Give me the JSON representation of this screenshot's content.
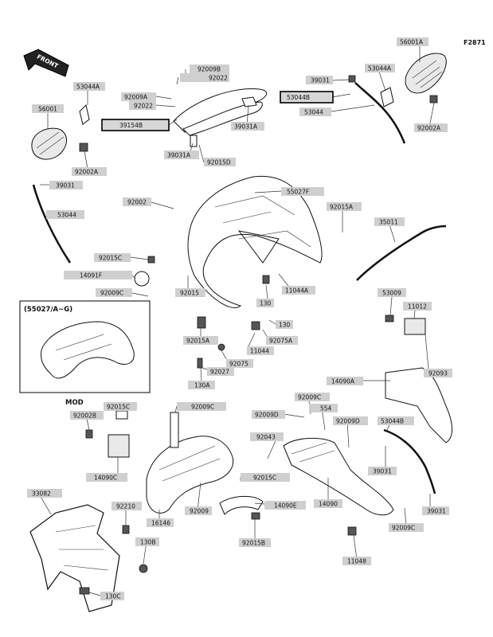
{
  "figure_id": "F2871",
  "front_label": "FRONT",
  "inset_caption": "(55027/A~G)",
  "mod_label": "MOD",
  "labels": [
    {
      "id": "56001A",
      "text": "56001A"
    },
    {
      "id": "53044A_r",
      "text": "53044A"
    },
    {
      "id": "39031_tr",
      "text": "39031"
    },
    {
      "id": "53044B",
      "text": "53044B"
    },
    {
      "id": "53044",
      "text": "53044"
    },
    {
      "id": "92002A",
      "text": "92002A"
    },
    {
      "id": "92009B",
      "text": "92009B"
    },
    {
      "id": "92022_a",
      "text": "92022"
    },
    {
      "id": "92009A",
      "text": "92009A"
    },
    {
      "id": "92022_b",
      "text": "92022"
    },
    {
      "id": "39154B",
      "text": "39154B"
    },
    {
      "id": "39031A",
      "text": "39031A"
    },
    {
      "id": "39031A_b",
      "text": "39031A"
    },
    {
      "id": "92015D",
      "text": "92015D"
    },
    {
      "id": "53044A_l",
      "text": "53044A"
    },
    {
      "id": "56001",
      "text": "56001"
    },
    {
      "id": "92002A_l",
      "text": "92002A"
    },
    {
      "id": "39031_l",
      "text": "39031"
    },
    {
      "id": "53044_l",
      "text": "53044"
    },
    {
      "id": "92002",
      "text": "92002"
    },
    {
      "id": "55027F",
      "text": "55027F"
    },
    {
      "id": "92015A",
      "text": "92015A"
    },
    {
      "id": "35011",
      "text": "35011"
    },
    {
      "id": "92015C",
      "text": "92015C"
    },
    {
      "id": "14091F",
      "text": "14091F"
    },
    {
      "id": "92009C",
      "text": "92009C"
    },
    {
      "id": "92015",
      "text": "92015"
    },
    {
      "id": "130_a",
      "text": "130"
    },
    {
      "id": "11044A",
      "text": "11044A"
    },
    {
      "id": "53009",
      "text": "53009"
    },
    {
      "id": "11012",
      "text": "11012"
    },
    {
      "id": "130_b",
      "text": "130"
    },
    {
      "id": "92015A_b",
      "text": "92015A"
    },
    {
      "id": "92075A",
      "text": "92075A"
    },
    {
      "id": "11044",
      "text": "11044"
    },
    {
      "id": "92075",
      "text": "92075"
    },
    {
      "id": "92093",
      "text": "92093"
    },
    {
      "id": "92027",
      "text": "92027"
    },
    {
      "id": "130A",
      "text": "130A"
    },
    {
      "id": "14090A",
      "text": "14090A"
    },
    {
      "id": "92015C_m",
      "text": "92015C"
    },
    {
      "id": "92002B",
      "text": "92002B"
    },
    {
      "id": "92009C_m",
      "text": "92009C"
    },
    {
      "id": "92009C_b",
      "text": "92009C"
    },
    {
      "id": "92009D",
      "text": "92009D"
    },
    {
      "id": "554",
      "text": "554"
    },
    {
      "id": "92009D_r",
      "text": "92009D"
    },
    {
      "id": "53044B_b",
      "text": "53044B"
    },
    {
      "id": "92043",
      "text": "92043"
    },
    {
      "id": "14090C",
      "text": "14090C"
    },
    {
      "id": "92015C_b",
      "text": "92015C"
    },
    {
      "id": "39031_m",
      "text": "39031"
    },
    {
      "id": "14090",
      "text": "14090"
    },
    {
      "id": "39031_b",
      "text": "39031"
    },
    {
      "id": "33082",
      "text": "33082"
    },
    {
      "id": "92210",
      "text": "92210"
    },
    {
      "id": "92009",
      "text": "92009"
    },
    {
      "id": "14090E",
      "text": "14090E"
    },
    {
      "id": "16146",
      "text": "16146"
    },
    {
      "id": "92009C_r",
      "text": "92009C"
    },
    {
      "id": "130B",
      "text": "130B"
    },
    {
      "id": "92015B",
      "text": "92015B"
    },
    {
      "id": "11048",
      "text": "11048"
    },
    {
      "id": "130C",
      "text": "130C"
    }
  ]
}
